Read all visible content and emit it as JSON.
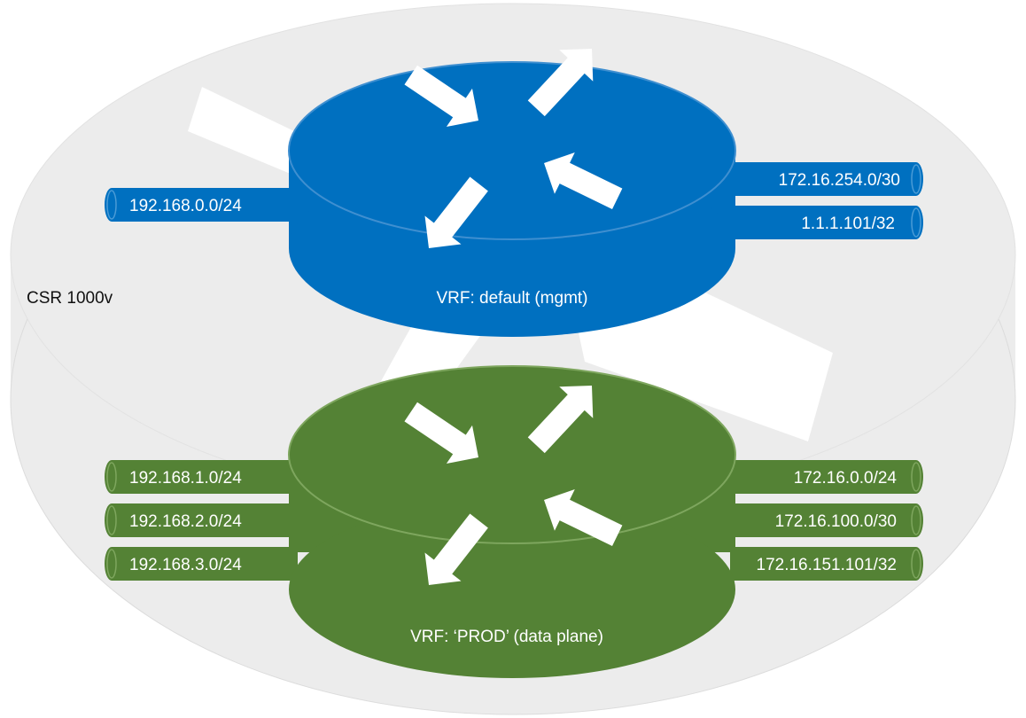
{
  "device": {
    "label": "CSR 1000v"
  },
  "routers": [
    {
      "id": "default",
      "label": "VRF: default (mgmt)",
      "color": "#0070c0",
      "left_networks": [
        "192.168.0.0/24"
      ],
      "right_networks": [
        "172.16.254.0/30",
        "1.1.1.101/32"
      ]
    },
    {
      "id": "prod",
      "label": "VRF: ‘PROD’ (data plane)",
      "color": "#548235",
      "left_networks": [
        "192.168.1.0/24",
        "192.168.2.0/24",
        "192.168.3.0/24"
      ],
      "right_networks": [
        "172.16.0.0/24",
        "172.16.100.0/30",
        "172.16.151.101/32"
      ]
    }
  ],
  "colors": {
    "chassis": "#ececec",
    "chassis_edge": "#d9d9d9",
    "arrow": "#ffffff"
  },
  "icons": [
    "router-arrows-icon",
    "connector-arrow-icon"
  ]
}
